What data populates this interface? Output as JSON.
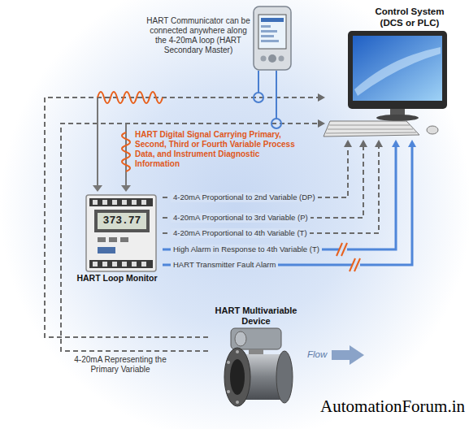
{
  "diagram": {
    "nodes": [
      {
        "text": [
          "Control System (DCS or PLC)"
        ]
      },
      {
        "text": [
          "HART Communicator can be connected anywhere along the 4-20mA loop (HART Secondary Master)"
        ]
      },
      {
        "text": [
          "HART Loop Monitor"
        ]
      },
      {
        "text": [
          "HART Multivariable Device"
        ]
      }
    ],
    "edges": [
      {
        "from": 3,
        "to": 0,
        "arrow": "to"
      },
      {
        "from": 3,
        "to": 0,
        "label": "4-20mA Representing the Primary Variable",
        "arrow": "to"
      },
      {
        "from": 2,
        "to": 0,
        "label": "4-20mA Proportional to 2nd Variable (DP)",
        "arrow": "to"
      },
      {
        "from": 2,
        "to": 0,
        "label": "4-20mA Proportional to 3rd Variable (P)",
        "arrow": "to"
      },
      {
        "from": 2,
        "to": 0,
        "label": "4-20mA Proportional to 4th Variable (T)",
        "arrow": "to"
      },
      {
        "from": 2,
        "to": 0,
        "label": "High Alarm in Response to 4th Variable (T)",
        "arrow": "to"
      },
      {
        "from": 2,
        "to": 0,
        "label": "HART Transmitter Fault Alarm",
        "arrow": "to"
      }
    ],
    "labels": [
      "HART Digital Signal Carrying Primary, Second, Third or Fourth Variable Process Data, and Instrument Diagnostic Information",
      "373.77",
      "Flow",
      "AutomationForum.in"
    ]
  }
}
